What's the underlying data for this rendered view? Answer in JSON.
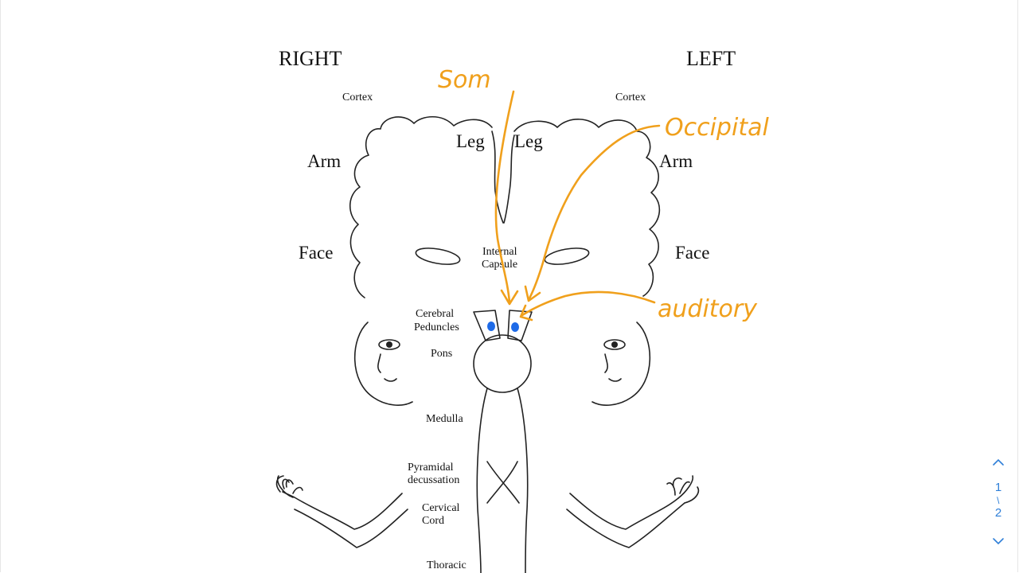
{
  "diagram": {
    "side_right": "RIGHT",
    "side_left": "LEFT",
    "cortex_right": "Cortex",
    "cortex_left": "Cortex",
    "leg_right": "Leg",
    "leg_left": "Leg",
    "arm_right": "Arm",
    "arm_left": "Arm",
    "face_right": "Face",
    "face_left": "Face",
    "internal_capsule_1": "Internal",
    "internal_capsule_2": "Capsule",
    "cerebral_peduncles_1": "Cerebral",
    "cerebral_peduncles_2": "Peduncles",
    "pons": "Pons",
    "medulla": "Medulla",
    "pyramidal_decussation_1": "Pyramidal",
    "pyramidal_decussation_2": "decussation",
    "cervical_cord_1": "Cervical",
    "cervical_cord_2": "Cord",
    "thoracic": "Thoracic"
  },
  "annotations": {
    "som": "Som",
    "occipital": "Occipital",
    "auditory": "auditory",
    "ink_color": "#f0a01c",
    "dot_color": "#1e6be8"
  },
  "pager": {
    "current": "1",
    "separator": "/",
    "total": "2",
    "up_icon": "chevron-up-icon",
    "down_icon": "chevron-down-icon",
    "accent": "#2f7fd8"
  }
}
